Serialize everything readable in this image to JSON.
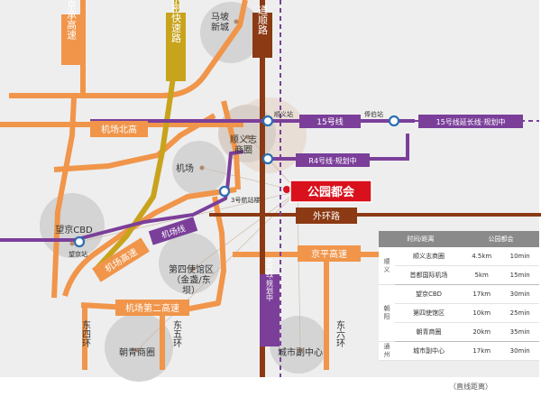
{
  "roads": {
    "jingcheng": "京承高速",
    "jingmi": "京密快速路",
    "tongshun": "通顺路",
    "jichang_north": "机场北高",
    "jichang_high": "机场高速",
    "jichang_second": "机场第二高速",
    "jingping": "京平高速",
    "waihuan": "外环路",
    "dongsi": "东四环",
    "dongwu": "东五环",
    "dongliu": "东六环"
  },
  "lines": {
    "line15": "15号线",
    "line15_ext": "15号线延长线·规划中",
    "r4": "R4号线·规划中",
    "airport_line": "机场线",
    "line6": "6号线·规划中"
  },
  "stations": {
    "shunyi": "顺义站",
    "jiawei": "俸伯站",
    "t3": "3号航站楼",
    "wangjing": "望京站"
  },
  "places": {
    "mapo": "马坡新城",
    "shunyi_center": "顺义志商圈",
    "airport": "机场",
    "wangjing_cbd": "望京CBD",
    "embassy": "第四使馆区（金盏/东坝）",
    "chaoqing": "朝青商圈",
    "city_sub": "城市副中心",
    "project": "公园都会"
  },
  "table": {
    "headers": [
      "时间/距离",
      "公园都会"
    ],
    "groups": [
      {
        "name": "顺义",
        "rows": [
          {
            "place": "顺义志商圈",
            "km": "4.5km",
            "min": "10min"
          },
          {
            "place": "首都国际机场",
            "km": "5km",
            "min": "15min"
          }
        ]
      },
      {
        "name": "朝阳",
        "rows": [
          {
            "place": "望京CBD",
            "km": "17km",
            "min": "30min"
          },
          {
            "place": "第四使馆区",
            "km": "10km",
            "min": "25min"
          },
          {
            "place": "朝青商圈",
            "km": "20km",
            "min": "35min"
          }
        ]
      },
      {
        "name": "通州",
        "rows": [
          {
            "place": "城市副中心",
            "km": "17km",
            "min": "30min"
          }
        ]
      }
    ]
  },
  "caption": "（直线距离）",
  "colors": {
    "orange": "#f0954a",
    "brown": "#8b3a14",
    "gold": "#c8a31c",
    "purple": "#7b3f9a",
    "red": "#d9111c",
    "circle": "#d4d4d4"
  }
}
